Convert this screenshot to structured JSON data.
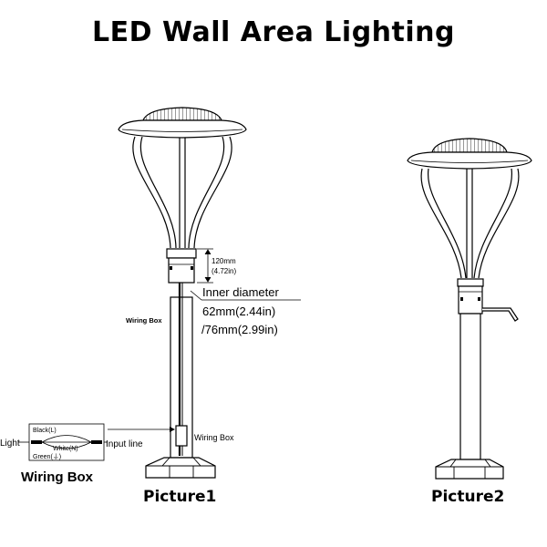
{
  "title": "LED Wall Area Lighting",
  "dimension": {
    "mm": "120mm",
    "inch": "(4.72in)"
  },
  "inner_diameter": {
    "label": "Inner diameter",
    "size1": "62mm(2.44in)",
    "size2": "/76mm(2.99in)"
  },
  "labels": {
    "wiring_box_small": "Wiring Box",
    "wiring_box_pole": "Wiring Box"
  },
  "wiring_diagram": {
    "title": "Wiring Box",
    "light": "Light",
    "input_line": "Input line",
    "black": "Black(L)",
    "white": "White(N)",
    "green": "Green(⏚)"
  },
  "captions": {
    "picture1": "Picture1",
    "picture2": "Picture2"
  }
}
